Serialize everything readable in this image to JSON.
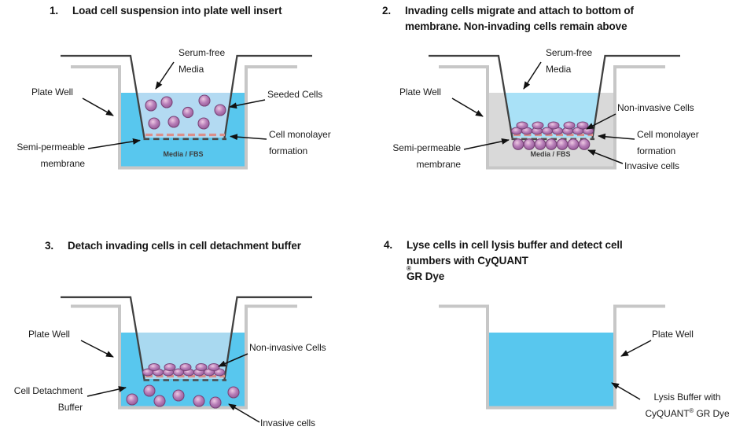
{
  "figure_type": "cell-invasion-assay-protocol-diagram",
  "colors": {
    "media_cyan": "#58c7ee",
    "insert_media_panel1": "#b3daf2",
    "insert_media_panel2": "#a9e1f7",
    "insert_media_panel3": "#a9d9f0",
    "outer_media_gray": "#d9d9d9",
    "membrane_pink": "#da8f8a",
    "membrane_dash_gray": "#4a4a4a",
    "well_wall_gray": "#c7c7c7",
    "insert_wall_gray": "#414141",
    "cell_purple": "#a873ab",
    "cell_purple_dark": "#7a4579",
    "text_dark": "#1b1b1b"
  },
  "panels": [
    {
      "number": "1.",
      "title_lines": [
        "Load cell suspension into plate well insert"
      ],
      "labels": {
        "serum_free": [
          "Serum-free",
          "Media"
        ],
        "plate_well": "Plate Well",
        "seeded_cells": "Seeded Cells",
        "semi_permeable": [
          "Semi-permeable",
          "membrane"
        ],
        "cell_monolayer": [
          "Cell monolayer",
          "formation"
        ],
        "media_fbs": "Media / FBS"
      }
    },
    {
      "number": "2.",
      "title_lines": [
        "Invading cells migrate and attach to bottom of",
        "membrane. Non-invading cells remain above"
      ],
      "labels": {
        "serum_free": [
          "Serum-free",
          "Media"
        ],
        "plate_well": "Plate Well",
        "non_invasive_cells": "Non-invasive Cells",
        "cell_monolayer": [
          "Cell monolayer",
          "formation"
        ],
        "semi_permeable": [
          "Semi-permeable",
          "membrane"
        ],
        "invasive_cells": "Invasive cells",
        "media_fbs": "Media / FBS"
      }
    },
    {
      "number": "3.",
      "title_lines": [
        "Detach invading cells in cell detachment buffer"
      ],
      "labels": {
        "plate_well": "Plate Well",
        "non_invasive_cells": "Non-invasive Cells",
        "cell_detachment": [
          "Cell Detachment",
          "Buffer"
        ],
        "invasive_cells": "Invasive cells"
      }
    },
    {
      "number": "4.",
      "title_line1": "Lyse cells in cell lysis buffer and detect cell",
      "title_line2_pre": "numbers with CyQUANT",
      "title_line2_sup": "®",
      "title_line2_post": " GR Dye",
      "labels": {
        "plate_well": "Plate Well",
        "lysis_line1": "Lysis Buffer with",
        "lysis_line2_pre": "CyQUANT",
        "lysis_line2_sup": "®",
        "lysis_line2_post": " GR Dye"
      }
    }
  ]
}
